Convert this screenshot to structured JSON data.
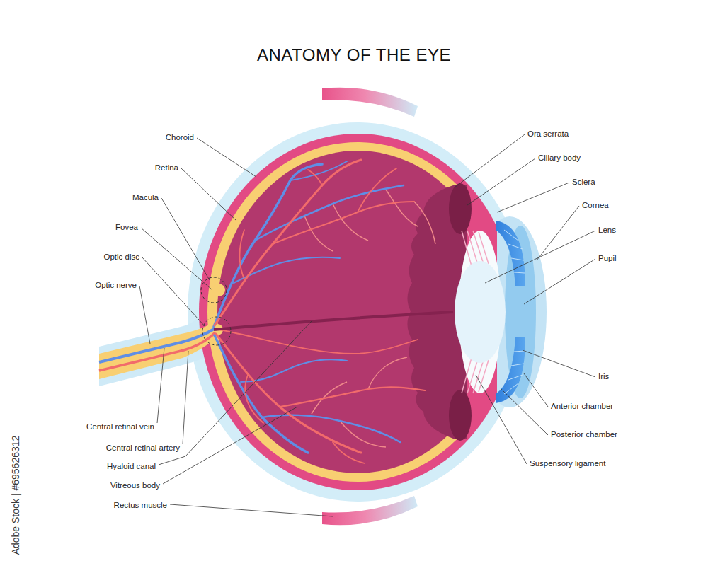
{
  "diagram": {
    "title": "ANATOMY OF THE EYE",
    "labels": [
      "Choroid",
      "Retina",
      "Macula",
      "Fovea",
      "Optic disc",
      "Optic nerve",
      "Central retinal vein",
      "Central retinal artery",
      "Hyaloid canal",
      "Vitreous body",
      "Rectus muscle",
      "Ora serrata",
      "Ciliary body",
      "Sclera",
      "Cornea",
      "Lens",
      "Pupil",
      "Iris",
      "Anterior chamber",
      "Posterior chamber",
      "Suspensory ligament",
      "Adobe Stock | #695626312"
    ]
  }
}
